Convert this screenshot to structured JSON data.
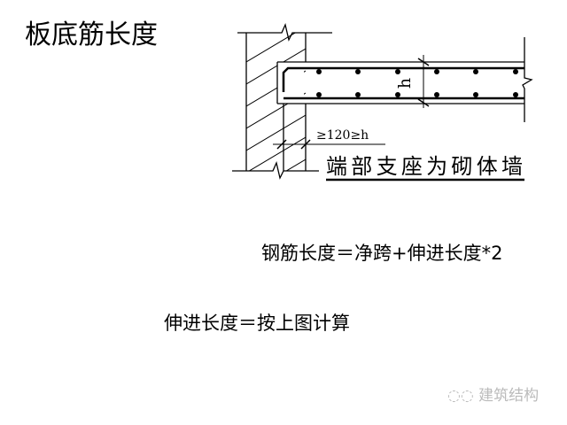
{
  "title": "板底筋长度",
  "diagram": {
    "dimension_label": "≥120≥h",
    "height_label": "h",
    "caption": "端部支座为砌体墙"
  },
  "formula1": "钢筋长度＝净跨+伸进长度*2",
  "formula2": "伸进长度＝按上图计算",
  "watermark": {
    "icon": "wechat-icon",
    "text": "建筑结构"
  }
}
